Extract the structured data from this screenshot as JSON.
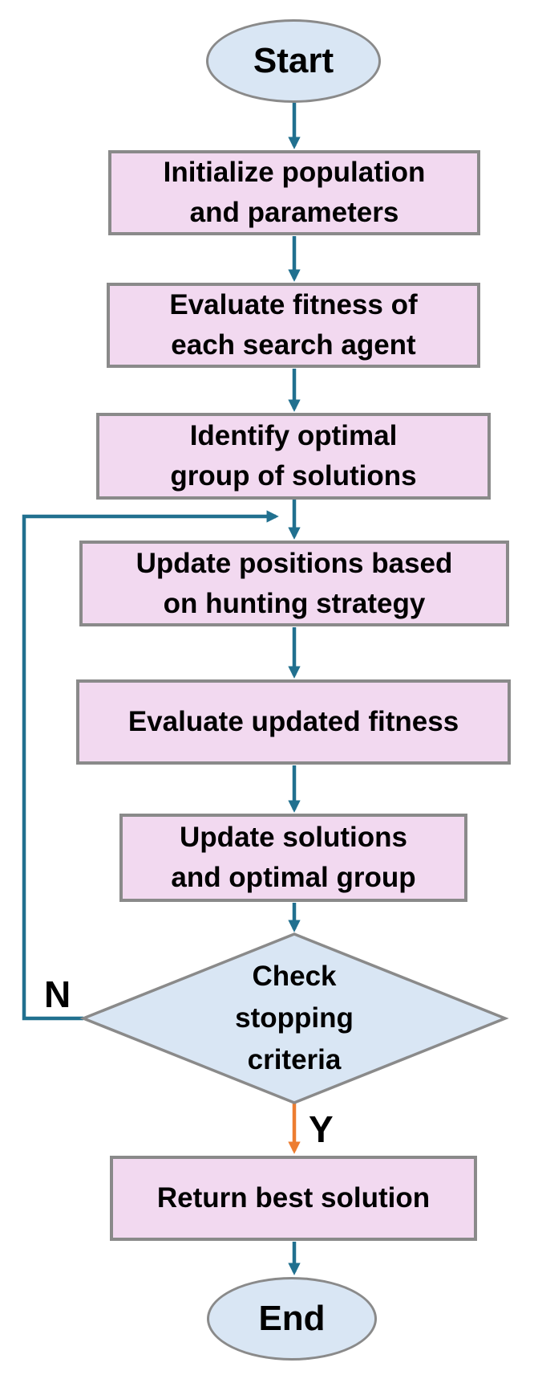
{
  "diagram": {
    "type": "flowchart",
    "colors": {
      "process_fill": "#F2D9F0",
      "terminal_fill": "#D9E6F4",
      "decision_fill": "#D9E6F4",
      "border": "#8A8A8A",
      "arrow": "#21708F",
      "yes_arrow": "#ED7D31",
      "text": "#000000",
      "background": "#FFFFFF"
    },
    "nodes": [
      {
        "id": "start",
        "shape": "ellipse",
        "label": "Start",
        "lines": [
          "Start"
        ]
      },
      {
        "id": "initialize",
        "shape": "rect",
        "label": "Initialize population and parameters",
        "lines": [
          "Initialize population",
          "and parameters"
        ]
      },
      {
        "id": "evaluate-fitness",
        "shape": "rect",
        "label": "Evaluate fitness of each search agent",
        "lines": [
          "Evaluate fitness of",
          "each search agent"
        ]
      },
      {
        "id": "identify-optimal",
        "shape": "rect",
        "label": "Identify optimal group of solutions",
        "lines": [
          "Identify optimal",
          "group of solutions"
        ]
      },
      {
        "id": "update-positions",
        "shape": "rect",
        "label": "Update positions based on hunting strategy",
        "lines": [
          "Update positions based",
          "on hunting strategy"
        ]
      },
      {
        "id": "evaluate-updated",
        "shape": "rect",
        "label": "Evaluate updated fitness",
        "lines": [
          "Evaluate updated fitness"
        ]
      },
      {
        "id": "update-solutions",
        "shape": "rect",
        "label": "Update solutions and optimal group",
        "lines": [
          "Update solutions",
          "and optimal group"
        ]
      },
      {
        "id": "check-stopping",
        "shape": "diamond",
        "label": "Check stopping criteria",
        "lines": [
          "Check",
          "stopping",
          "criteria"
        ]
      },
      {
        "id": "return-best",
        "shape": "rect",
        "label": "Return best solution",
        "lines": [
          "Return best solution"
        ]
      },
      {
        "id": "end",
        "shape": "ellipse",
        "label": "End",
        "lines": [
          "End"
        ]
      }
    ],
    "edge_labels": {
      "no": "N",
      "yes": "Y"
    }
  }
}
